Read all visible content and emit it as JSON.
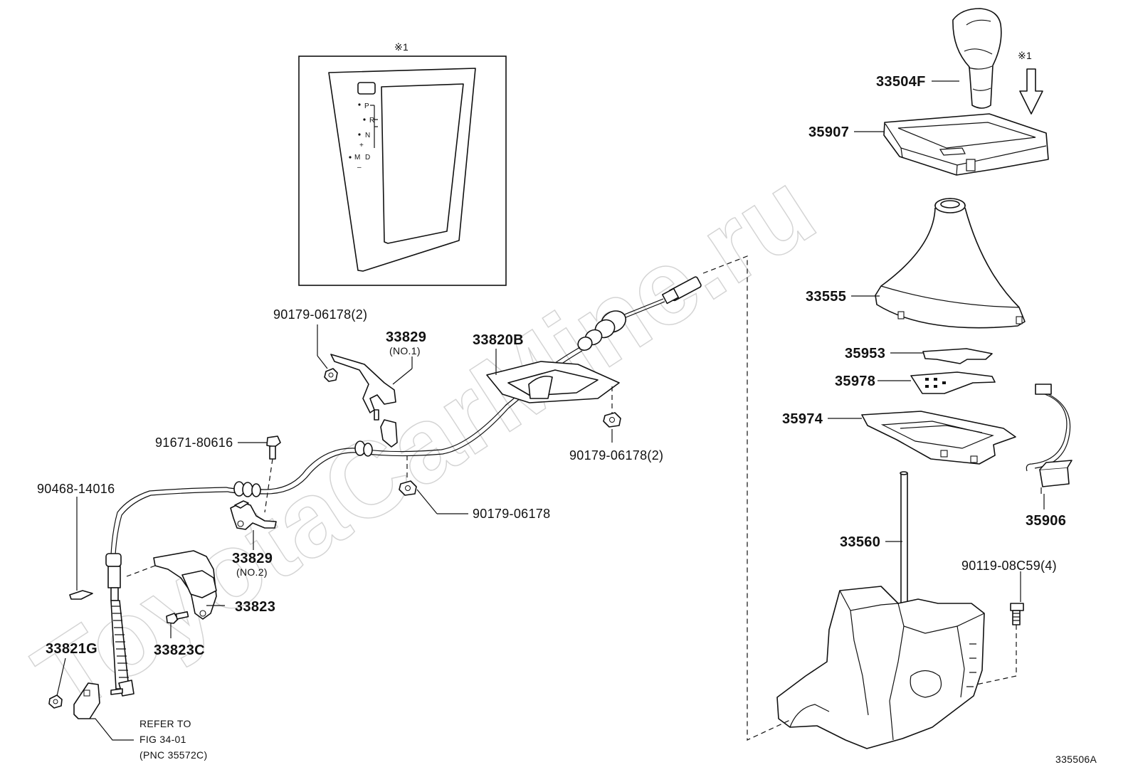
{
  "watermark": "ToyotaCarMine.ru",
  "figure_id": "335506A",
  "inset_note": "※1",
  "arrow_note": "※1",
  "gate_labels": {
    "p": "P",
    "r": "R",
    "n": "N",
    "d": "D",
    "m": "M",
    "plus": "+",
    "minus": "–"
  },
  "labels": {
    "p33504F": "33504F",
    "p35907": "35907",
    "p33555": "33555",
    "p35953": "35953",
    "p35978": "35978",
    "p35974": "35974",
    "p35906": "35906",
    "p33560": "33560",
    "p90119": "90119-08C59(4)",
    "p90179_top": "90179-06178(2)",
    "p33829_no1": "33829",
    "p33829_no1_sub": "(NO.1)",
    "p33820B": "33820B",
    "p90179_right": "90179-06178(2)",
    "p91671": "91671-80616",
    "p90179_mid": "90179-06178",
    "p90468": "90468-14016",
    "p33829_no2": "33829",
    "p33829_no2_sub": "(NO.2)",
    "p33823": "33823",
    "p33823C": "33823C",
    "p33821G": "33821G",
    "refer_line1": "REFER TO",
    "refer_line2": "FIG 34-01",
    "refer_line3": "(PNC 35572C)"
  }
}
